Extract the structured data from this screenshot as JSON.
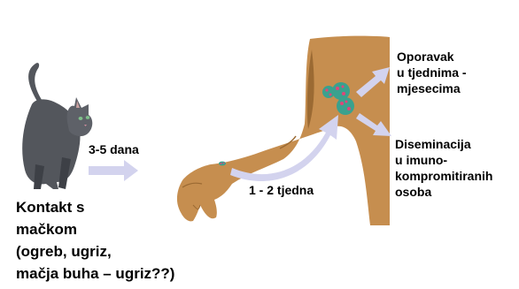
{
  "contact": {
    "lines": [
      "Kontakt s",
      "mačkom",
      "(ogreb, ugriz,",
      "mačja buha – ugriz??)"
    ]
  },
  "incubation_label": "3-5 dana",
  "spread_label": "1 - 2 tjedna",
  "outcome_recovery": {
    "lines": [
      "Oporavak",
      "u tjednima -",
      "mjesecima"
    ]
  },
  "outcome_dissemination": {
    "lines": [
      "Diseminacija",
      "u imuno-",
      "kompromitiranih",
      "osoba"
    ]
  },
  "colors": {
    "skin": "#c68e4f",
    "skin_shadow": "#9b6a33",
    "cat_body": "#53565c",
    "cat_dark": "#2c2e33",
    "cat_eye": "#7fbf8a",
    "arrow": "#d3d3ee",
    "node_fill": "#3aa18e",
    "node_spot": "#e0457a"
  }
}
